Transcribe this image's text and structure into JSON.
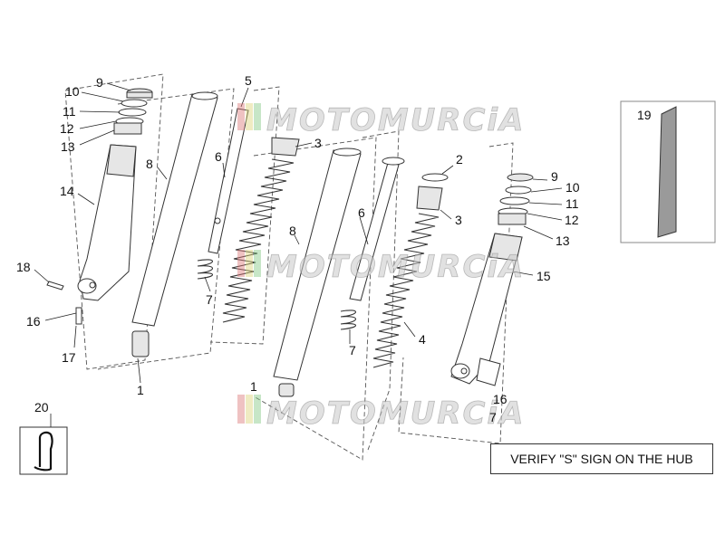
{
  "callouts": [
    {
      "id": "c1a",
      "text": "1"
    },
    {
      "id": "c1b",
      "text": "1"
    },
    {
      "id": "c2",
      "text": "2"
    },
    {
      "id": "c3a",
      "text": "3"
    },
    {
      "id": "c3b",
      "text": "3"
    },
    {
      "id": "c4",
      "text": "4"
    },
    {
      "id": "c5",
      "text": "5"
    },
    {
      "id": "c6a",
      "text": "6"
    },
    {
      "id": "c6b",
      "text": "6"
    },
    {
      "id": "c7a",
      "text": "7"
    },
    {
      "id": "c7b",
      "text": "7"
    },
    {
      "id": "c7c",
      "text": "7"
    },
    {
      "id": "c8a",
      "text": "8"
    },
    {
      "id": "c8b",
      "text": "8"
    },
    {
      "id": "c9a",
      "text": "9"
    },
    {
      "id": "c9b",
      "text": "9"
    },
    {
      "id": "c10a",
      "text": "10"
    },
    {
      "id": "c10b",
      "text": "10"
    },
    {
      "id": "c11a",
      "text": "11"
    },
    {
      "id": "c11b",
      "text": "11"
    },
    {
      "id": "c12a",
      "text": "12"
    },
    {
      "id": "c12b",
      "text": "12"
    },
    {
      "id": "c13a",
      "text": "13"
    },
    {
      "id": "c13b",
      "text": "13"
    },
    {
      "id": "c14",
      "text": "14"
    },
    {
      "id": "c15",
      "text": "15"
    },
    {
      "id": "c16a",
      "text": "16"
    },
    {
      "id": "c16b",
      "text": "16"
    },
    {
      "id": "c17",
      "text": "17"
    },
    {
      "id": "c18",
      "text": "18"
    },
    {
      "id": "c19",
      "text": "19"
    },
    {
      "id": "c20",
      "text": "20"
    }
  ],
  "watermark": {
    "text": "MOTOMURCiA"
  },
  "note": {
    "text": "VERIFY \"S\" SIGN ON THE HUB"
  }
}
